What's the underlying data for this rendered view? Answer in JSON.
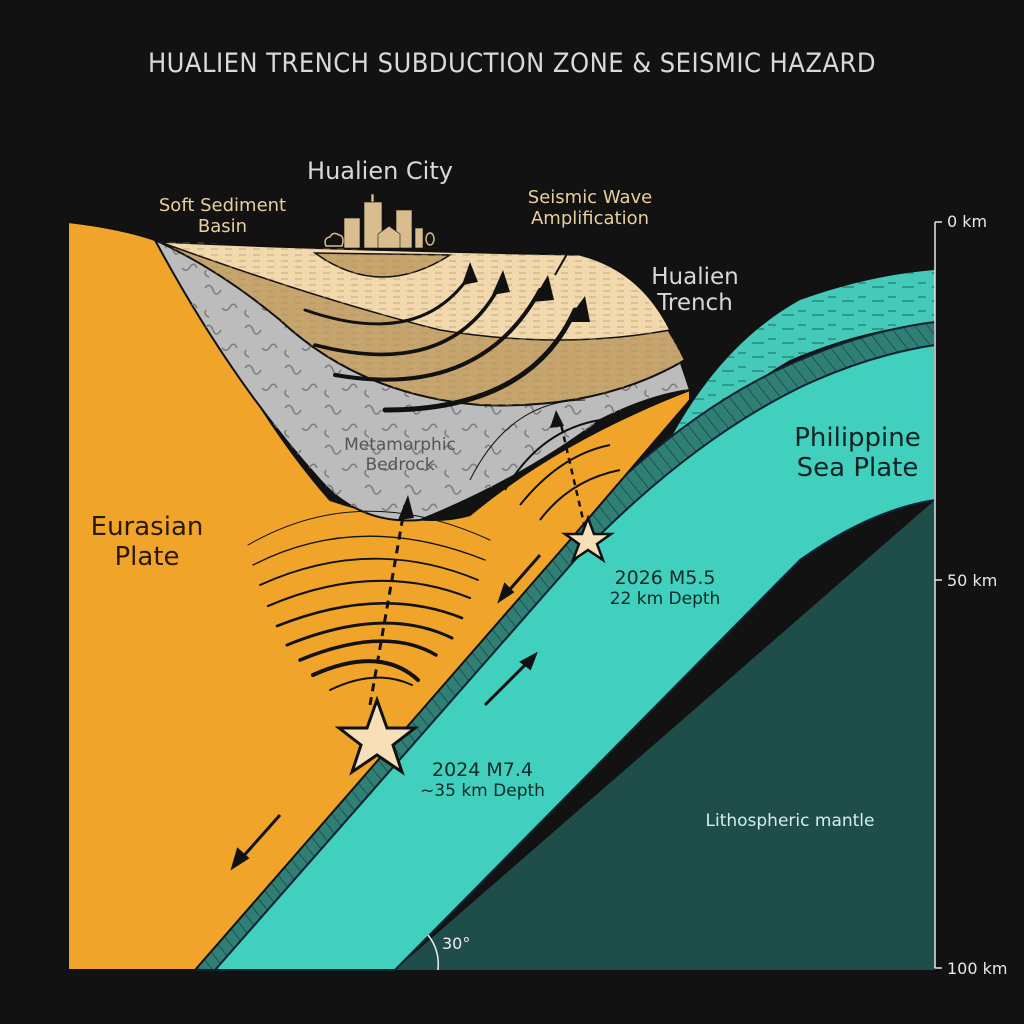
{
  "title": "HUALIEN TRENCH SUBDUCTION ZONE & SEISMIC HAZARD",
  "labels": {
    "city": "Hualien City",
    "soft_sediment": [
      "Soft Sediment",
      "Basin"
    ],
    "amplification": [
      "Seismic Wave",
      "Amplification"
    ],
    "trench": [
      "Hualien",
      "Trench"
    ],
    "philippine_plate": [
      "Philippine",
      "Sea Plate"
    ],
    "eurasian_plate": [
      "Eurasian",
      "Plate"
    ],
    "bedrock": [
      "Metamorphic",
      "Bedrock"
    ],
    "mantle": "Lithospheric mantle",
    "dip_angle": "30°"
  },
  "events": [
    {
      "year_mag": "2026 M5.5",
      "depth": "22 km Depth"
    },
    {
      "year_mag": "2024 M7.4",
      "depth": "~35 km Depth"
    }
  ],
  "depth_scale": {
    "ticks": [
      "0 km",
      "50 km",
      "100 km"
    ]
  },
  "colors": {
    "background": "#121212",
    "eurasian": "#f0a42a",
    "sediment_light": "#f1d9ad",
    "sediment_dark": "#c6a46d",
    "bedrock": "#bcbcbc",
    "slab": "#41cfbe",
    "slab_crust": "#2f7f74",
    "mantle": "#1f4d49",
    "star": "#f7e0b8"
  }
}
